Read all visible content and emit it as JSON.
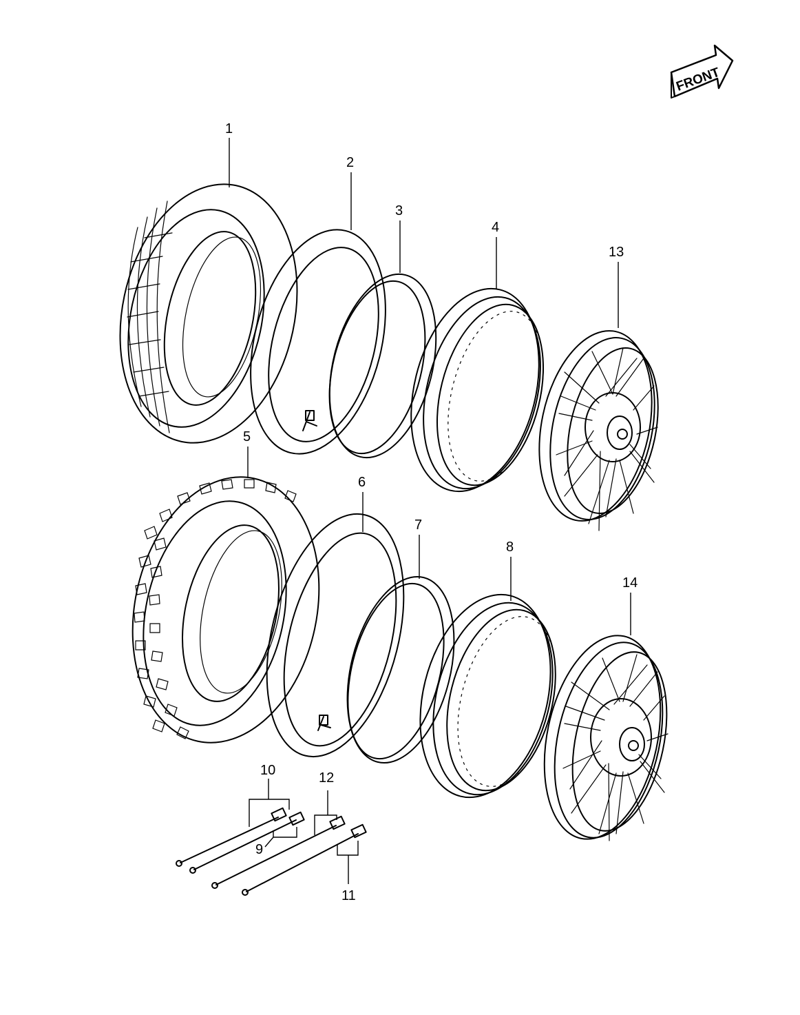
{
  "front_badge": {
    "text": "FRONT",
    "icon": "front-arrow-icon"
  },
  "labels": {
    "p1": "1",
    "p2": "2",
    "p3": "3",
    "p4": "4",
    "p5": "5",
    "p6": "6",
    "p7": "7",
    "p8": "8",
    "p9": "9",
    "p10": "10",
    "p11": "11",
    "p12": "12",
    "p13": "13",
    "p14": "14"
  },
  "colors": {
    "line": "#000000",
    "background": "#ffffff"
  }
}
